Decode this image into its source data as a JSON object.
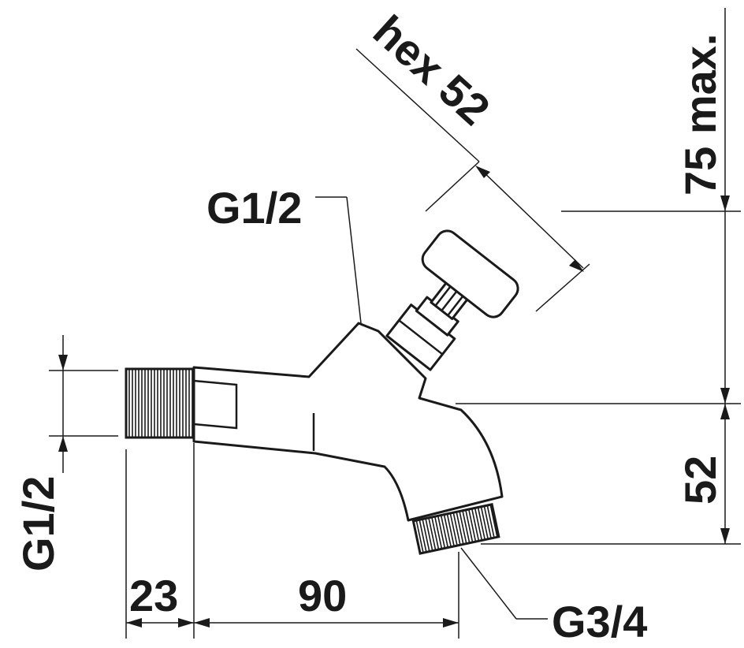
{
  "labels": {
    "hex": "hex 52",
    "max_height": "75 max.",
    "top_thread": "G1/2",
    "inlet_thread": "G1/2",
    "outlet_thread": "G3/4",
    "height": "52",
    "inlet_length": "23",
    "body_length": "90"
  }
}
